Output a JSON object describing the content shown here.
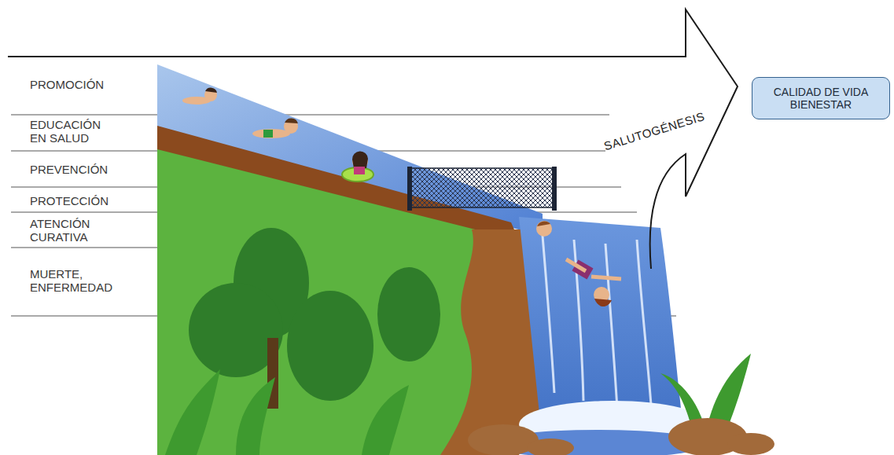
{
  "diagram": {
    "nodes": [
      {
        "text": [
          "CALIDAD DE VIDA BIENESTAR"
        ]
      }
    ],
    "labels": [
      "PROMOCIÓN",
      "EDUCACIÓN EN SALUD",
      "PREVENCIÓN",
      "PROTECCIÓN",
      "ATENCIÓN CURATIVA",
      "MUERTE, ENFERMEDAD",
      "SALUTOGÉNESIS"
    ]
  }
}
